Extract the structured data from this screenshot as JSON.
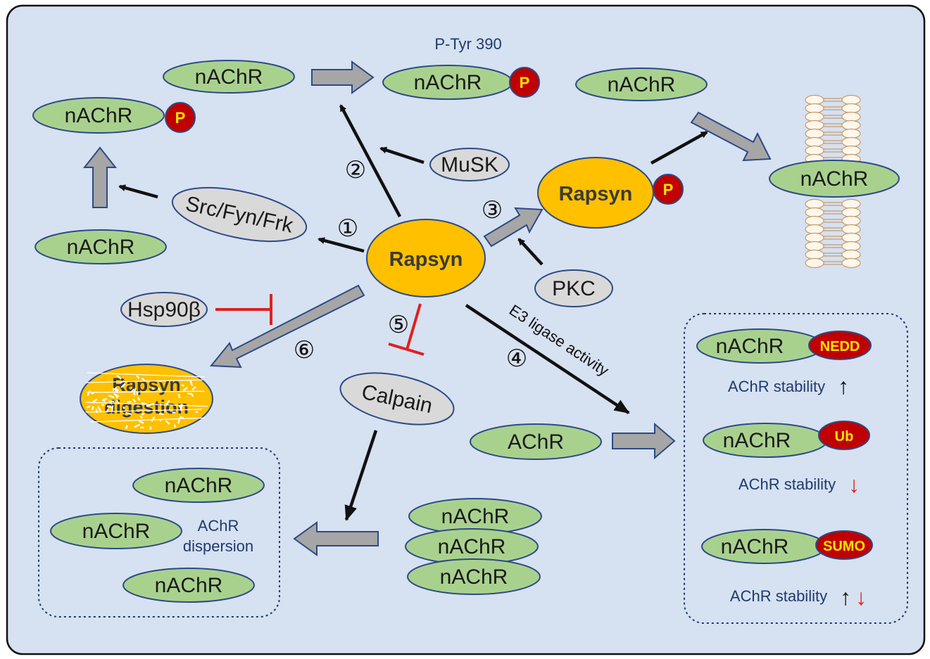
{
  "colors": {
    "background": "#d6e1f1",
    "green": "#a9d18e",
    "green_border": "#2c4a86",
    "orange": "#ffc000",
    "gray_oval": "#d9d9d9",
    "phospho_red": "#c00000",
    "phospho_text": "#ffe600",
    "inhibit_red": "#e01f1f",
    "arrow_gray": "#a6a6a6",
    "text_blue": "#1f3a6e"
  },
  "labels": {
    "ptyr": "P-Tyr 390",
    "nachr": "nAChR",
    "achr": "AChR",
    "rapsyn": "Rapsyn",
    "p": "P",
    "musk": "MuSK",
    "src": "Src/Fyn/Frk",
    "pkc": "PKC",
    "hsp": "Hsp90β",
    "calpain": "Calpain",
    "digestion_1": "Rapsyn",
    "digestion_2": "digestion",
    "e3": "E3 ligase activity",
    "dispersion_1": "AChR",
    "dispersion_2": "dispersion",
    "nedd": "NEDD",
    "ub": "Ub",
    "sumo": "SUMO",
    "stability": "AChR stability"
  },
  "steps": {
    "s1": "①",
    "s2": "②",
    "s3": "③",
    "s4": "④",
    "s5": "⑤",
    "s6": "⑥"
  },
  "stability_arrows": {
    "nedd": "↑",
    "ub": "↓",
    "sumo_up": "↑",
    "sumo_down": "↓"
  }
}
